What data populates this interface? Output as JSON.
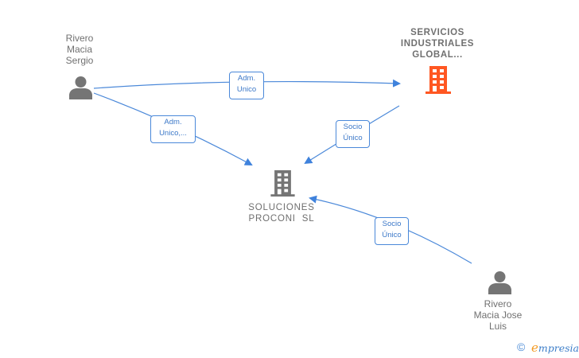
{
  "nodes": {
    "rivero_sergio": {
      "type": "person",
      "lines": [
        "Rivero",
        "Macia",
        "Sergio"
      ],
      "icon": "person-icon",
      "color": "#757575"
    },
    "servicios": {
      "type": "company",
      "lines": [
        "SERVICIOS",
        "INDUSTRIALES",
        "GLOBAL..."
      ],
      "icon": "building-icon",
      "color": "#ff5722"
    },
    "soluciones": {
      "type": "company",
      "lines": [
        "SOLUCIONES",
        "PROCONI  SL"
      ],
      "icon": "building-icon",
      "color": "#757575"
    },
    "rivero_jose": {
      "type": "person",
      "lines": [
        "Rivero",
        "Macia Jose",
        "Luis"
      ],
      "icon": "person-icon",
      "color": "#757575"
    }
  },
  "edges": [
    {
      "from": "rivero_sergio",
      "to": "servicios",
      "label": [
        "Adm.",
        "Unico"
      ]
    },
    {
      "from": "rivero_sergio",
      "to": "soluciones",
      "label": [
        "Adm.",
        "Unico,..."
      ]
    },
    {
      "from": "servicios",
      "to": "soluciones",
      "label": [
        "Socio",
        "Único"
      ]
    },
    {
      "from": "rivero_jose",
      "to": "soluciones",
      "label": [
        "Socio",
        "Único"
      ]
    }
  ],
  "edge_color": "#4a88d9",
  "footer": {
    "copyright": "©",
    "brand_initial": "e",
    "brand_rest": "mpresia"
  }
}
